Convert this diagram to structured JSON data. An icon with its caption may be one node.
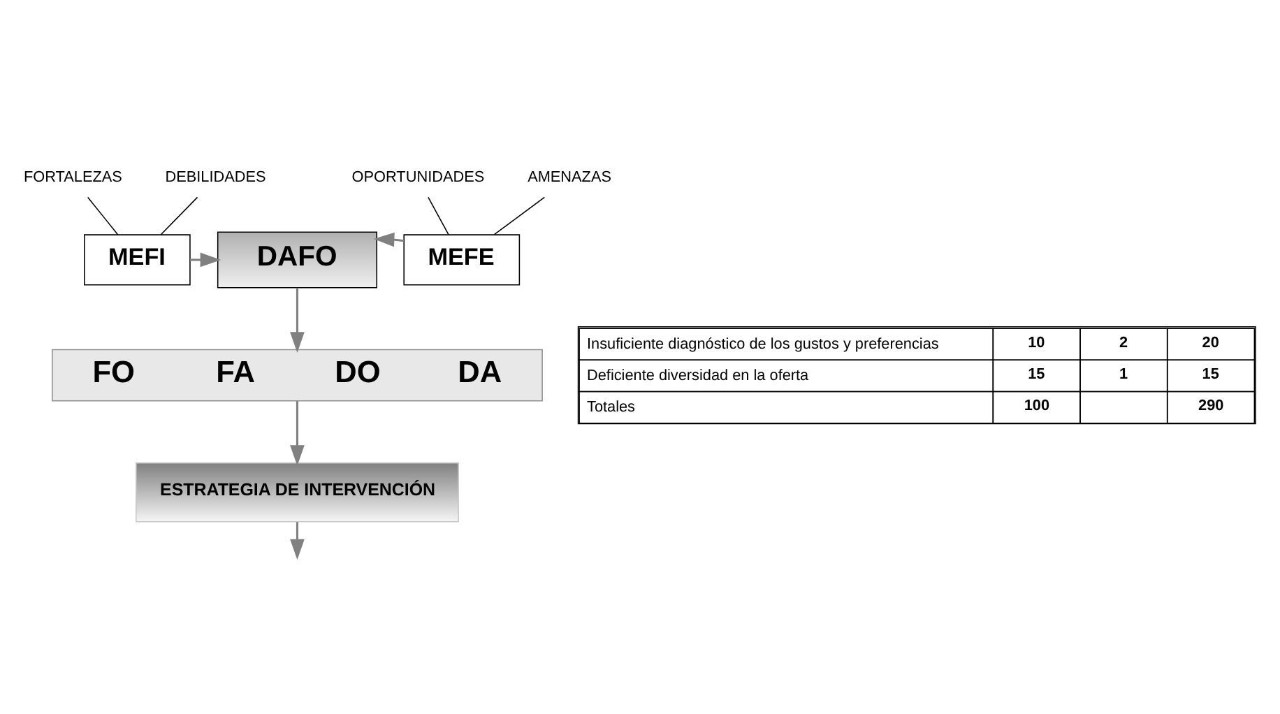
{
  "diagram": {
    "nodes": [
      {
        "text": [
          "FORTALEZAS"
        ]
      },
      {
        "text": [
          "DEBILIDADES"
        ]
      },
      {
        "text": [
          "OPORTUNIDADES"
        ]
      },
      {
        "text": [
          "AMENAZAS"
        ]
      },
      {
        "text": [
          "MEFI"
        ]
      },
      {
        "text": [
          "DAFO"
        ]
      },
      {
        "text": [
          "MEFE"
        ]
      },
      {
        "text": [
          "FO",
          "FA",
          "DO",
          "DA"
        ]
      },
      {
        "text": [
          "ESTRATEGIA DE INTERVENCIÓN"
        ]
      }
    ],
    "edges": [
      {
        "from": 0,
        "to": 4,
        "arrow": "none",
        "color": "#000000"
      },
      {
        "from": 1,
        "to": 4,
        "arrow": "none",
        "color": "#000000"
      },
      {
        "from": 2,
        "to": 6,
        "arrow": "none",
        "color": "#000000"
      },
      {
        "from": 3,
        "to": 6,
        "arrow": "none",
        "color": "#000000"
      },
      {
        "from": 4,
        "to": 5,
        "arrow": "to"
      },
      {
        "from": 6,
        "to": 5,
        "arrow": "to"
      },
      {
        "from": 5,
        "to": 7,
        "arrow": "to"
      },
      {
        "from": 7,
        "to": 8,
        "arrow": "to"
      },
      {
        "from": 8,
        "to": null,
        "arrow": "to"
      }
    ],
    "labels": [
      "Insuficiente diagnóstico de los gustos y preferencias",
      "10",
      "2",
      "20",
      "Deficiente diversidad en la oferta",
      "15",
      "1",
      "15",
      "Totales",
      "100",
      "290"
    ]
  }
}
